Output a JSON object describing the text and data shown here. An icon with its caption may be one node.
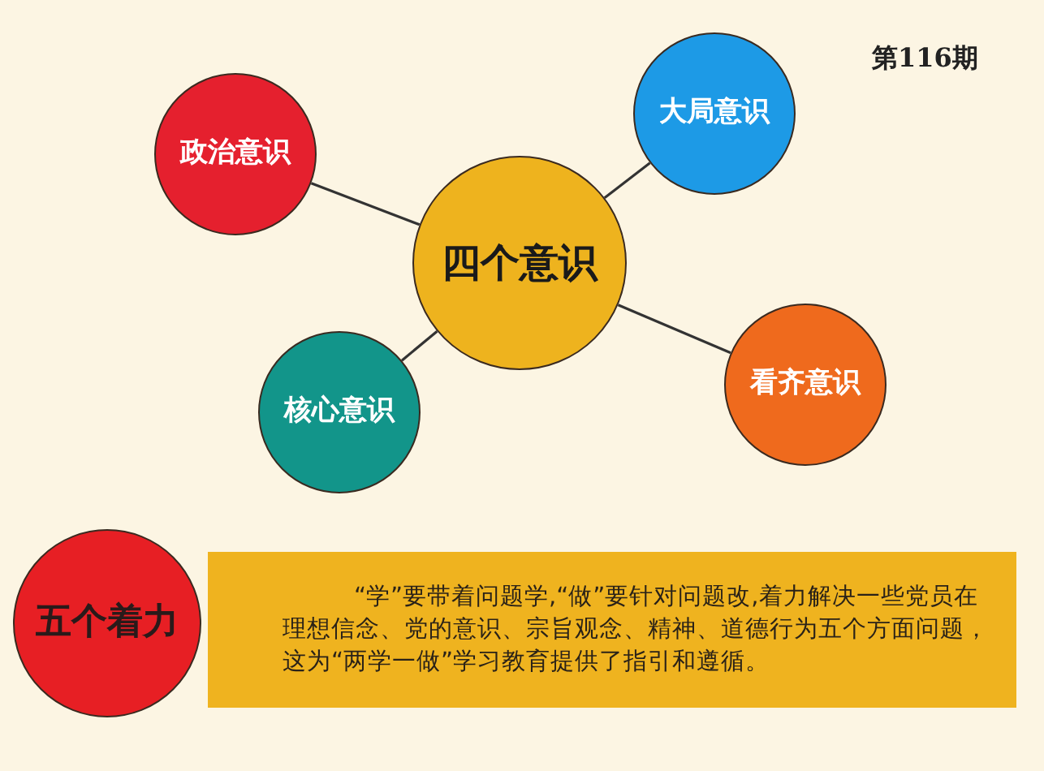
{
  "diagram": {
    "nodes": [
      {
        "text": [
          "政治意识"
        ]
      },
      {
        "text": [
          "大局意识"
        ]
      },
      {
        "text": [
          "四个意识"
        ]
      },
      {
        "text": [
          "看齐意识"
        ]
      },
      {
        "text": [
          "核心意识"
        ]
      },
      {
        "text": [
          "五个着力"
        ]
      },
      {
        "text": [
          "“学”要带着问题学,“做”要针对问题改,着力解决一些党员在理想信念、党的意识、宗旨观念、精神、道德行为五个方面问题，这为“两学一做”学习教育提供了指引和遵循。"
        ]
      }
    ],
    "edges": [
      {
        "from": 2,
        "to": 0,
        "arrow": "none"
      },
      {
        "from": 2,
        "to": 1,
        "arrow": "none"
      },
      {
        "from": 2,
        "to": 3,
        "arrow": "none"
      },
      {
        "from": 2,
        "to": 4,
        "arrow": "none"
      }
    ],
    "labels": [
      "第116期"
    ]
  }
}
